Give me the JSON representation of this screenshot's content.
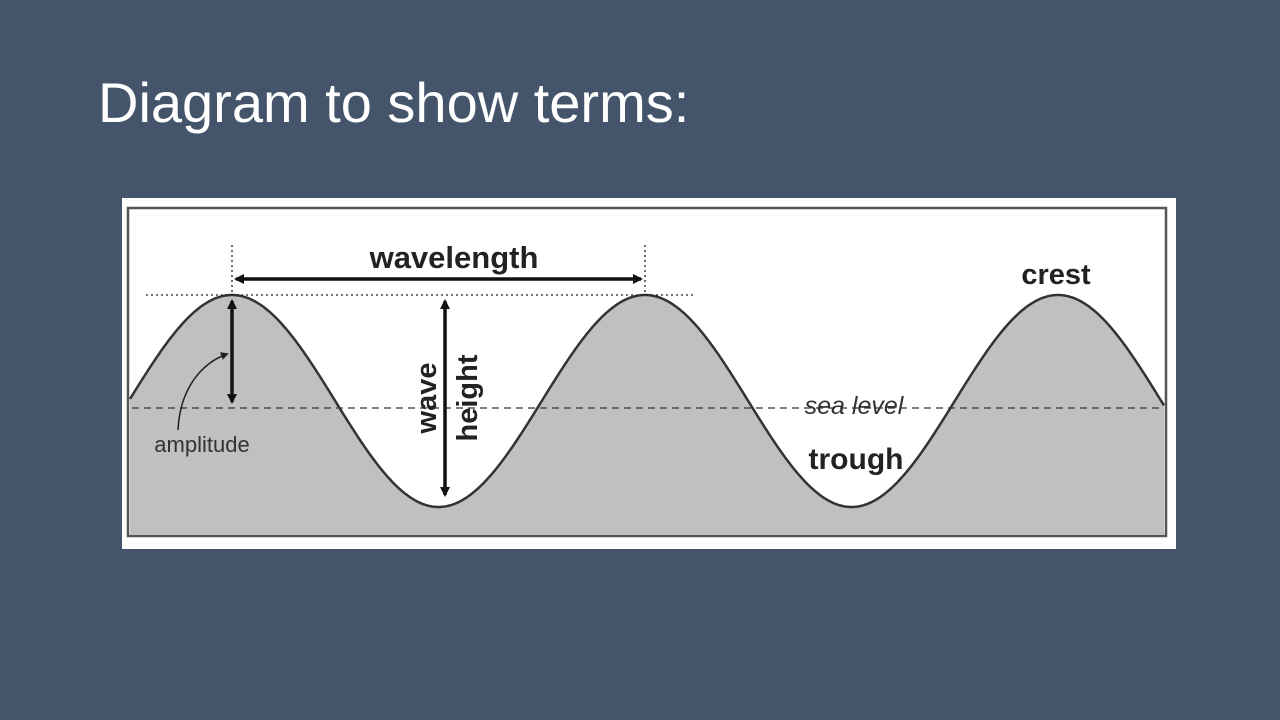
{
  "slide": {
    "title": "Diagram to show terms:",
    "background_color": "#44546a"
  },
  "diagram": {
    "labels": {
      "wavelength": "wavelength",
      "crest": "crest",
      "trough": "trough",
      "sea_level": "sea level",
      "amplitude": "amplitude",
      "wave": "wave",
      "height": "height"
    },
    "colors": {
      "water": "#c0c0c0",
      "wave_line": "#333333",
      "frame_border": "#555555"
    }
  }
}
